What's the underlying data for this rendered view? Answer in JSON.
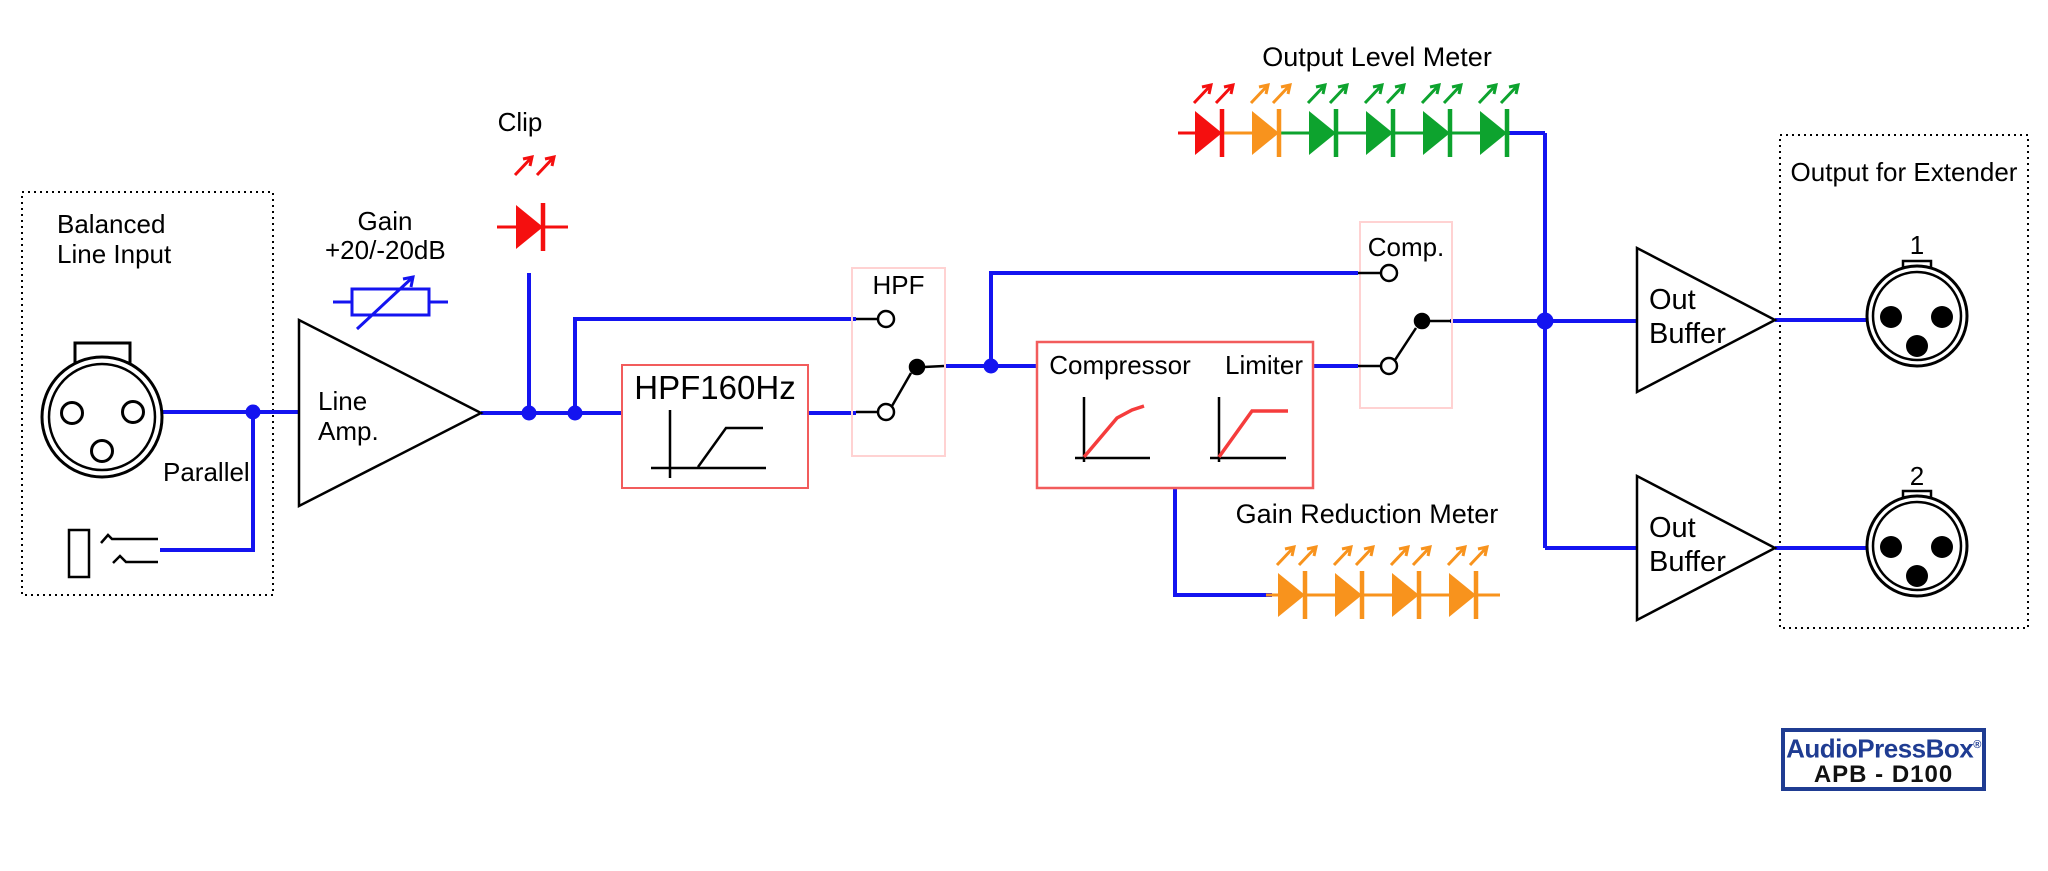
{
  "diagram": {
    "input": {
      "title_line1": "Balanced",
      "title_line2": "Line Input",
      "parallel": "Parallel"
    },
    "gain": {
      "line1": "Gain",
      "line2": "+20/-20dB"
    },
    "line_amp": {
      "line1": "Line",
      "line2": "Amp."
    },
    "clip": {
      "label": "Clip"
    },
    "hpf_filter": {
      "label": "HPF160Hz"
    },
    "hpf_switch": {
      "label": "HPF"
    },
    "dynamics": {
      "compressor": "Compressor",
      "limiter": "Limiter"
    },
    "comp_switch": {
      "label": "Comp."
    },
    "meters": {
      "output_level": {
        "title": "Output Level Meter",
        "leds": [
          "#f50f0f",
          "#f8931d",
          "#0da32e",
          "#0da32e",
          "#0da32e",
          "#0da32e"
        ]
      },
      "gain_reduction": {
        "title": "Gain Reduction Meter",
        "leds": [
          "#f8931d",
          "#f8931d",
          "#f8931d",
          "#f8931d"
        ]
      }
    },
    "out_buffer_1": {
      "line1": "Out",
      "line2": "Buffer"
    },
    "out_buffer_2": {
      "line1": "Out",
      "line2": "Buffer"
    },
    "output": {
      "title": "Output for Extender",
      "xlr1": "1",
      "xlr2": "2"
    },
    "logo": {
      "brand": "AudioPressBox",
      "reg": "®",
      "model": "APB - D100"
    },
    "colors": {
      "wire": "#1414f0",
      "block_border": "#f25c5c",
      "switch_border": "#ffd2d2",
      "clip_led": "#f50f0f",
      "orange": "#f8931d",
      "green": "#0da32e",
      "logo_blue": "#1f3c92"
    }
  }
}
